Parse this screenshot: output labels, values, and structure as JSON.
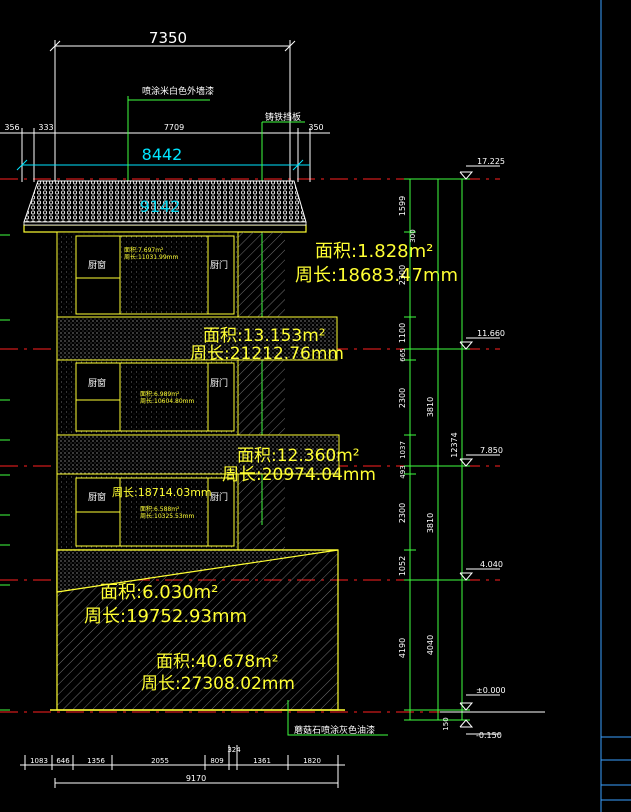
{
  "top_dims": {
    "overall": "7350",
    "left_offset_a": "356",
    "left_offset_b": "333",
    "mid_span": "7709",
    "right_offset": "350",
    "cyan_width": "8442",
    "roof_width": "9142"
  },
  "annotations": {
    "wall_paint": "喷涂米白色外墙漆",
    "gutter": "铸铁挡板",
    "base_paint": "蘑菇石喷涂灰色油漆"
  },
  "windows": [
    {
      "label": "厨窗",
      "side": "left"
    },
    {
      "label": "厨门",
      "side": "right"
    },
    {
      "label": "厨窗",
      "side": "left"
    },
    {
      "label": "厨门",
      "side": "right"
    },
    {
      "label": "厨窗",
      "side": "left"
    },
    {
      "label": "厨门",
      "side": "right"
    }
  ],
  "small_areas": [
    {
      "area": "面积:7.697m²",
      "perim": "周长:11031.99mm"
    },
    {
      "area": "面积:6.989m²",
      "perim": "周长:10604.80mm"
    },
    {
      "area": "面积:6.588m²",
      "perim": "周长:10325.53mm"
    }
  ],
  "area_labels": [
    {
      "area": "面积:1.828m²",
      "perim": "周长:18683.47mm"
    },
    {
      "area": "面积:13.153m²",
      "perim": "周长:21212.76mm"
    },
    {
      "area": "面积:12.360m²",
      "perim": "周长:20974.04mm"
    },
    {
      "area": "面积:6.030m²",
      "perim": "周长:19752.93mm"
    },
    {
      "area": "面积:40.678m²",
      "perim": "周长:27308.02mm"
    }
  ],
  "overlap_fragment": "周长:18714.03mm",
  "right_dims": {
    "segments": [
      "1599",
      "300",
      "2300",
      "1100",
      "665",
      "2300",
      "1037",
      "493",
      "2300",
      "1052",
      "4190",
      "150"
    ],
    "group_a": "3810",
    "group_b": "3810",
    "group_c": "4040",
    "total": "12374"
  },
  "elevations": [
    "17.225",
    "11.660",
    "7.850",
    "4.040",
    "±0.000",
    "-0.150"
  ],
  "bottom_dims": {
    "segments": [
      "1083",
      "646",
      "1356",
      "2055",
      "809",
      "1361",
      "1820"
    ],
    "gap": "324",
    "total": "9170"
  },
  "colors": {
    "background": "#000000",
    "linework": "#ffff33",
    "dimension": "#ffffff",
    "dimension_accent": "#00e5ff",
    "grid": "#40ff40",
    "level_line": "#ff2020"
  }
}
